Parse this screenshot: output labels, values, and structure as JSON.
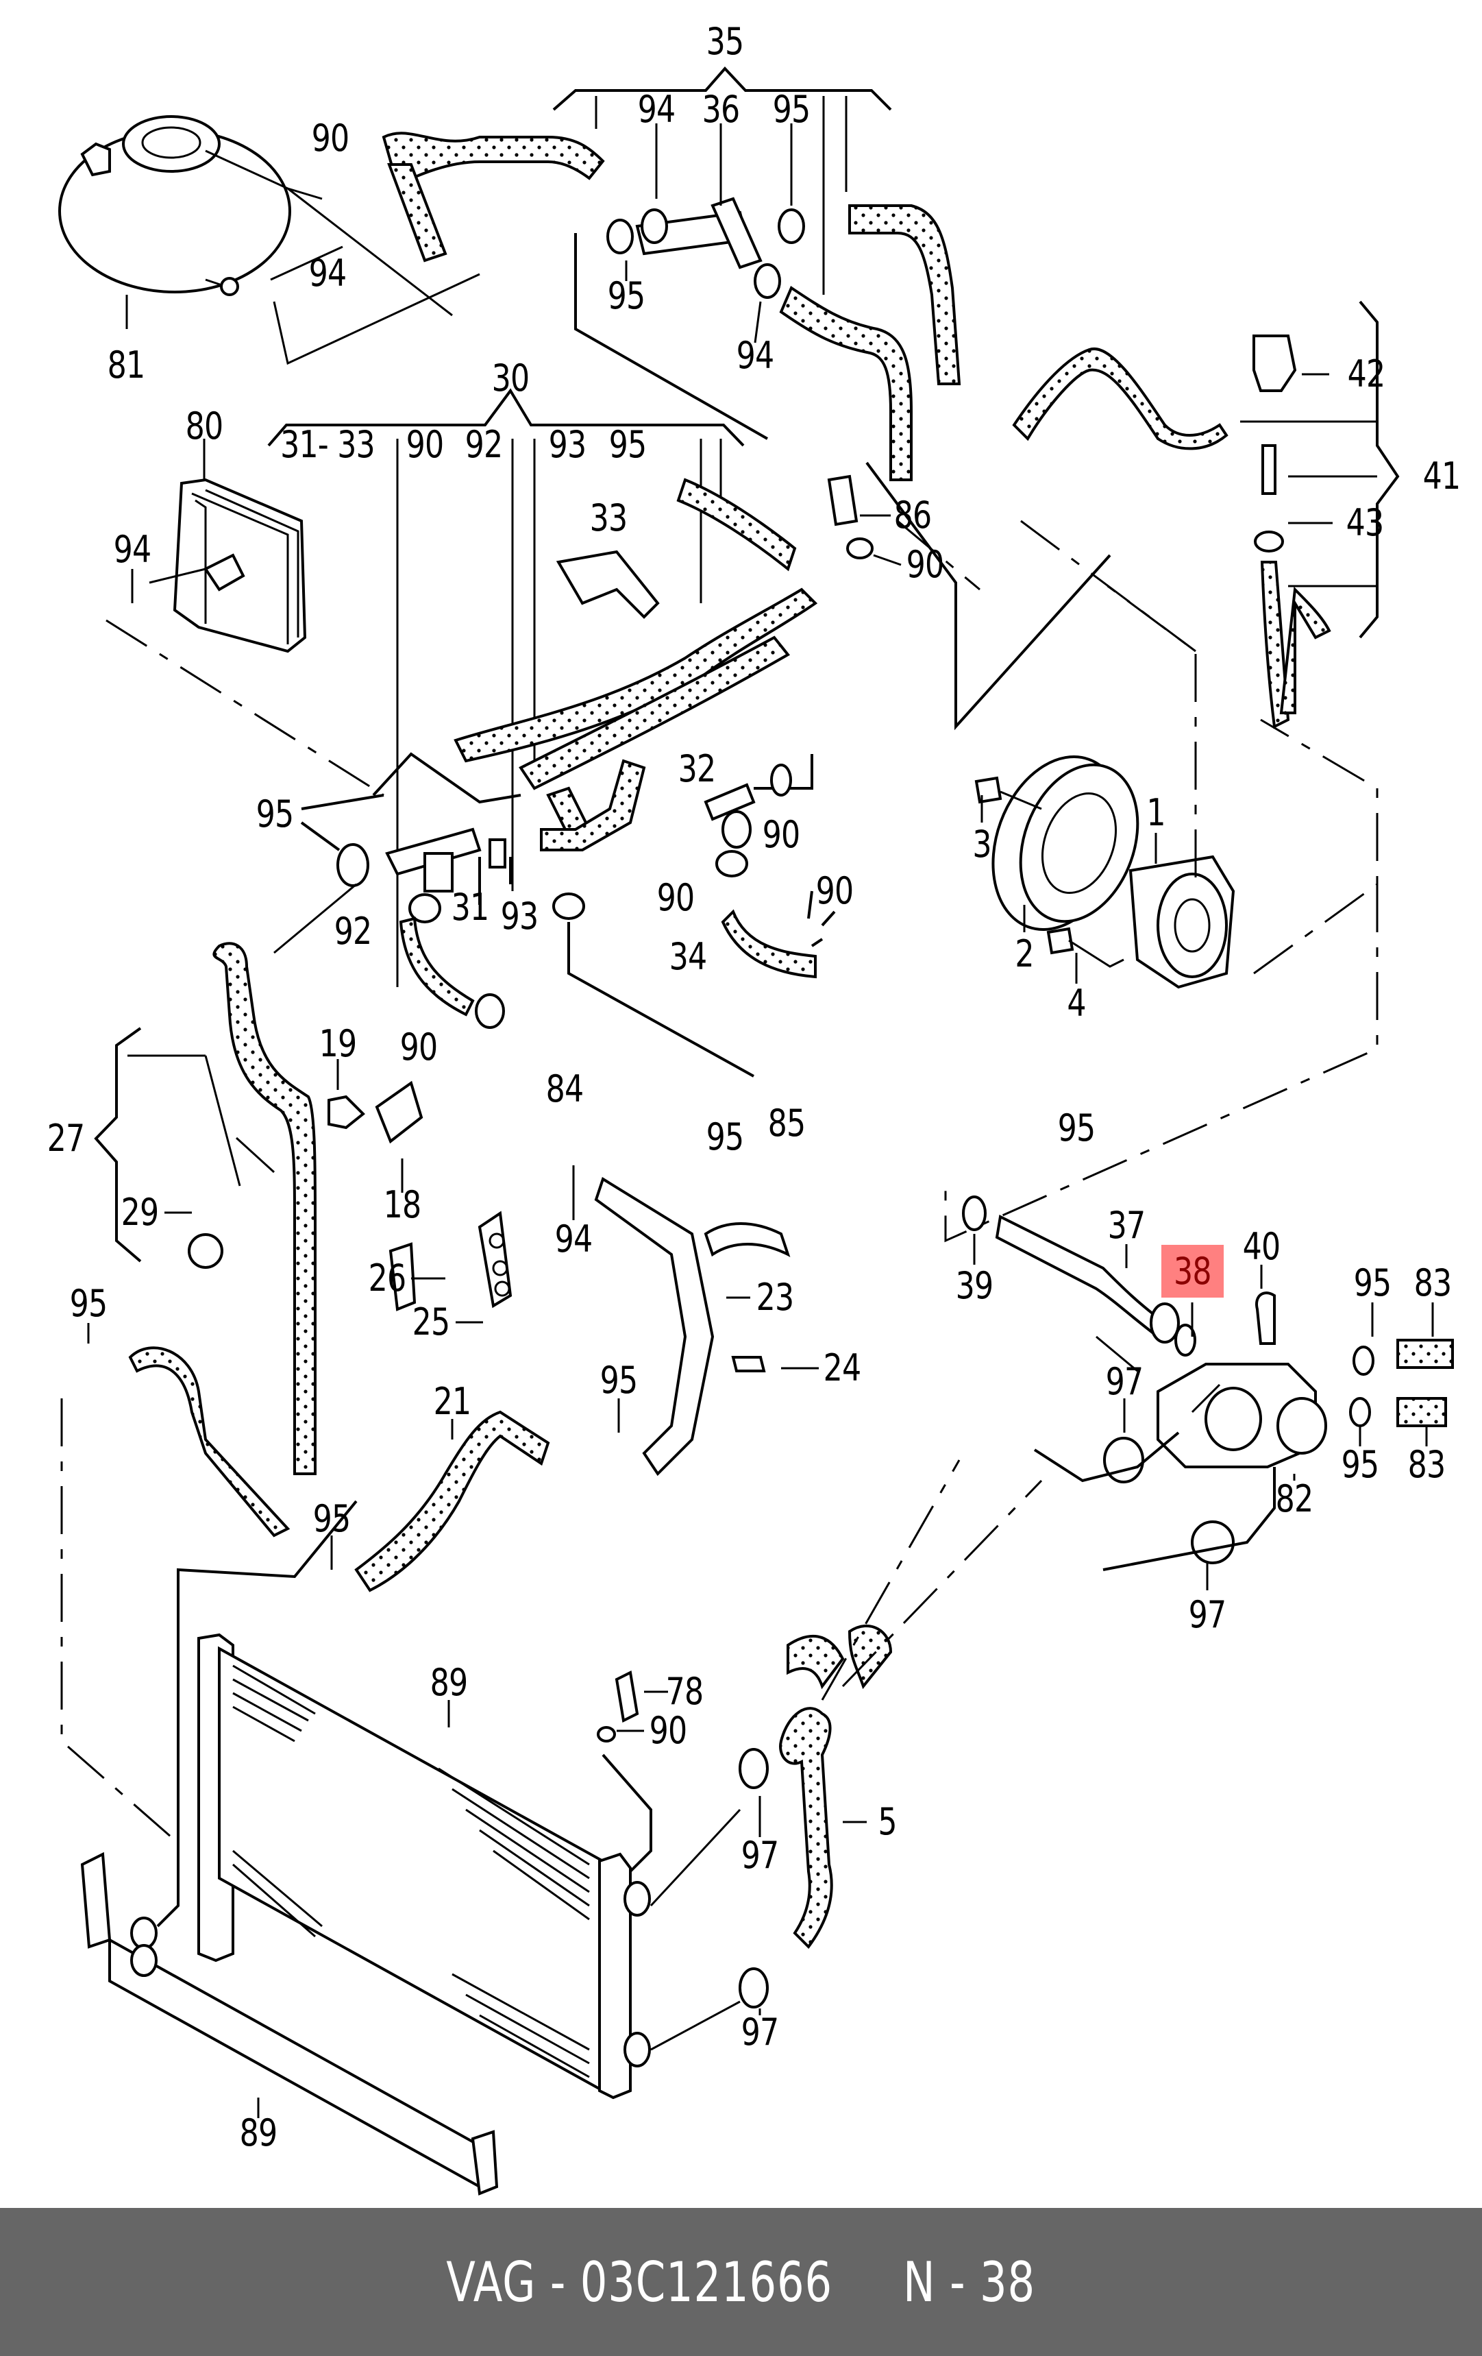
{
  "diagram": {
    "title": "Cooling system parts diagram",
    "highlight": {
      "label": "38",
      "fill_color": "#ff8080",
      "text_color": "#8b0000"
    },
    "callouts": [
      {
        "id": "c35",
        "label": "35"
      },
      {
        "id": "c94a",
        "label": "94"
      },
      {
        "id": "c36",
        "label": "36"
      },
      {
        "id": "c95a",
        "label": "95"
      },
      {
        "id": "c90a",
        "label": "90"
      },
      {
        "id": "c94b",
        "label": "94"
      },
      {
        "id": "c95b",
        "label": "95"
      },
      {
        "id": "c94c",
        "label": "94"
      },
      {
        "id": "c81",
        "label": "81"
      },
      {
        "id": "c42",
        "label": "42"
      },
      {
        "id": "c30",
        "label": "30"
      },
      {
        "id": "c80",
        "label": "80"
      },
      {
        "id": "c3133",
        "label": "31- 33"
      },
      {
        "id": "c90b",
        "label": "90"
      },
      {
        "id": "c92a",
        "label": "92"
      },
      {
        "id": "c93a",
        "label": "93"
      },
      {
        "id": "c95c",
        "label": "95"
      },
      {
        "id": "c41",
        "label": "41"
      },
      {
        "id": "c86",
        "label": "86"
      },
      {
        "id": "c33",
        "label": "33"
      },
      {
        "id": "c43",
        "label": "43"
      },
      {
        "id": "c94d",
        "label": "94"
      },
      {
        "id": "c90c",
        "label": "90"
      },
      {
        "id": "c32",
        "label": "32"
      },
      {
        "id": "c95d",
        "label": "95"
      },
      {
        "id": "c1",
        "label": "1"
      },
      {
        "id": "c3",
        "label": "3"
      },
      {
        "id": "c90d",
        "label": "90"
      },
      {
        "id": "c90e",
        "label": "90"
      },
      {
        "id": "c31",
        "label": "31"
      },
      {
        "id": "c93b",
        "label": "93"
      },
      {
        "id": "c90f",
        "label": "90"
      },
      {
        "id": "c92b",
        "label": "92"
      },
      {
        "id": "c34",
        "label": "34"
      },
      {
        "id": "c2",
        "label": "2"
      },
      {
        "id": "c4",
        "label": "4"
      },
      {
        "id": "c90g",
        "label": "90"
      },
      {
        "id": "c19",
        "label": "19"
      },
      {
        "id": "c84",
        "label": "84"
      },
      {
        "id": "c85",
        "label": "85"
      },
      {
        "id": "c95e",
        "label": "95"
      },
      {
        "id": "c27",
        "label": "27"
      },
      {
        "id": "c95f",
        "label": "95"
      },
      {
        "id": "c18",
        "label": "18"
      },
      {
        "id": "c29",
        "label": "29"
      },
      {
        "id": "c37",
        "label": "37"
      },
      {
        "id": "c94e",
        "label": "94"
      },
      {
        "id": "c40",
        "label": "40"
      },
      {
        "id": "c39",
        "label": "39"
      },
      {
        "id": "c26",
        "label": "26"
      },
      {
        "id": "c23",
        "label": "23"
      },
      {
        "id": "c95g",
        "label": "95"
      },
      {
        "id": "c83a",
        "label": "83"
      },
      {
        "id": "c95h",
        "label": "95"
      },
      {
        "id": "c25",
        "label": "25"
      },
      {
        "id": "c24",
        "label": "24"
      },
      {
        "id": "c97a",
        "label": "97"
      },
      {
        "id": "c21",
        "label": "21"
      },
      {
        "id": "c95i",
        "label": "95"
      },
      {
        "id": "c95j",
        "label": "95"
      },
      {
        "id": "c83b",
        "label": "83"
      },
      {
        "id": "c82",
        "label": "82"
      },
      {
        "id": "c95k",
        "label": "95"
      },
      {
        "id": "c97b",
        "label": "97"
      },
      {
        "id": "c89a",
        "label": "89"
      },
      {
        "id": "c78",
        "label": "78"
      },
      {
        "id": "c90h",
        "label": "90"
      },
      {
        "id": "c5",
        "label": "5"
      },
      {
        "id": "c97c",
        "label": "97"
      },
      {
        "id": "c97d",
        "label": "97"
      },
      {
        "id": "c89b",
        "label": "89"
      }
    ]
  },
  "footer": {
    "text": "VAG - 03C121666     N - 38",
    "brand": "VAG",
    "part_number": "03C121666",
    "position_label": "N - 38",
    "background_color": "#666666",
    "text_color": "#ffffff"
  }
}
